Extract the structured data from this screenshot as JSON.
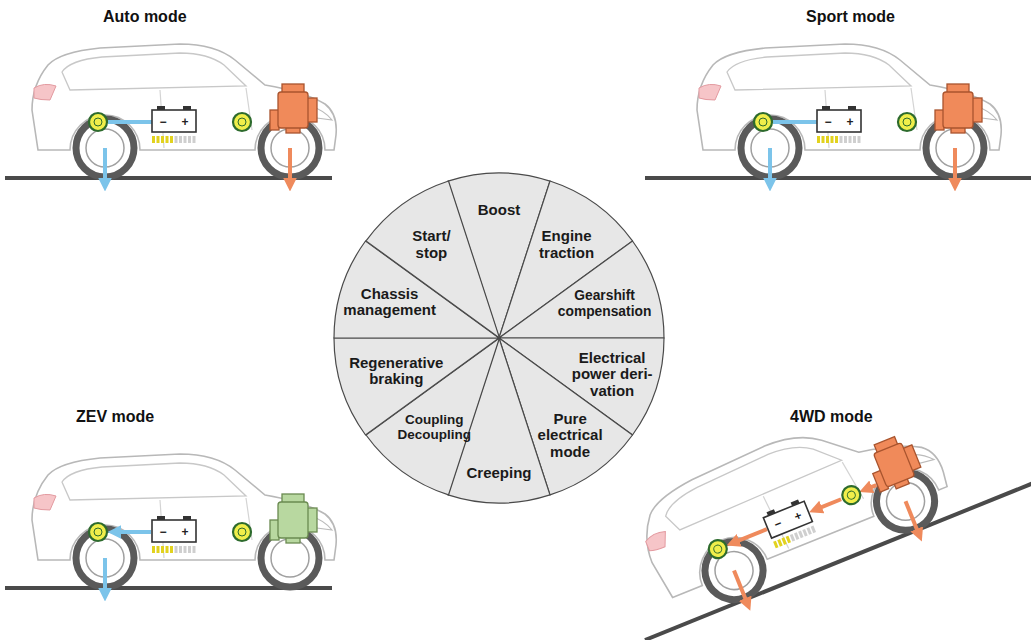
{
  "diagram": {
    "nodes": [
      {
        "text": [
          "Boost"
        ]
      },
      {
        "text": [
          "Engine traction"
        ]
      },
      {
        "text": [
          "Gearshift compensation"
        ]
      },
      {
        "text": [
          "Electrical power deri- vation"
        ]
      },
      {
        "text": [
          "Pure electrical mode"
        ]
      },
      {
        "text": [
          "Creeping"
        ]
      },
      {
        "text": [
          "Coupling Decoupling"
        ]
      },
      {
        "text": [
          "Regenerative braking"
        ]
      },
      {
        "text": [
          "Chassis management"
        ]
      },
      {
        "text": [
          "Start/ stop"
        ]
      }
    ],
    "labels": [
      "Auto mode",
      "Sport mode",
      "ZEV mode",
      "4WD mode",
      "−",
      "+",
      "−",
      "+",
      "−",
      "+",
      "−",
      "+"
    ]
  }
}
